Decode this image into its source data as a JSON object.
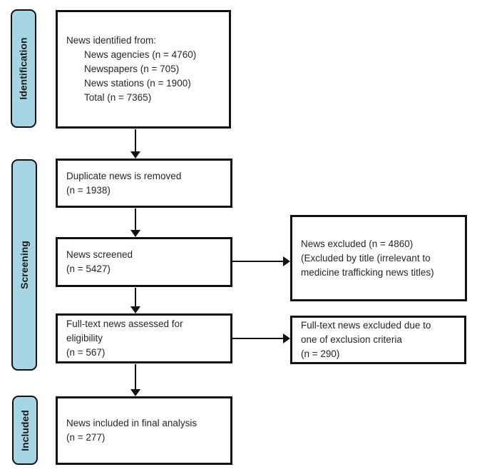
{
  "title": "News screening flow diagram",
  "colors": {
    "stage_fill": "#a6d6e4",
    "stage_border": "#111111",
    "box_border": "#111111",
    "box_fill": "#ffffff",
    "text": "#262626",
    "background": "#ffffff"
  },
  "stages": {
    "identification": "Identification",
    "screening": "Screening",
    "included": "Included"
  },
  "boxes": {
    "identified": {
      "lines": [
        "News identified from:",
        "News agencies (n = 4760)",
        "Newspapers (n = 705)",
        "News stations (n = 1900)",
        "Total (n = 7365)"
      ]
    },
    "duplicates_removed": {
      "lines": [
        "Duplicate news is removed",
        "(n = 1938)"
      ]
    },
    "screened": {
      "lines": [
        "News screened",
        "(n = 5427)"
      ]
    },
    "fulltext_assessed": {
      "lines": [
        "Full-text news assessed for",
        "eligibility",
        "(n = 567)"
      ]
    },
    "included_final": {
      "lines": [
        "News included in final analysis",
        "(n = 277)"
      ]
    },
    "excluded_by_title": {
      "lines": [
        "News excluded (n = 4860)",
        "(Excluded by title (irrelevant to",
        "medicine trafficking news titles)"
      ]
    },
    "excluded_fulltext": {
      "lines": [
        "Full-text news excluded due to",
        "one of exclusion criteria",
        "(n = 290)"
      ]
    }
  }
}
